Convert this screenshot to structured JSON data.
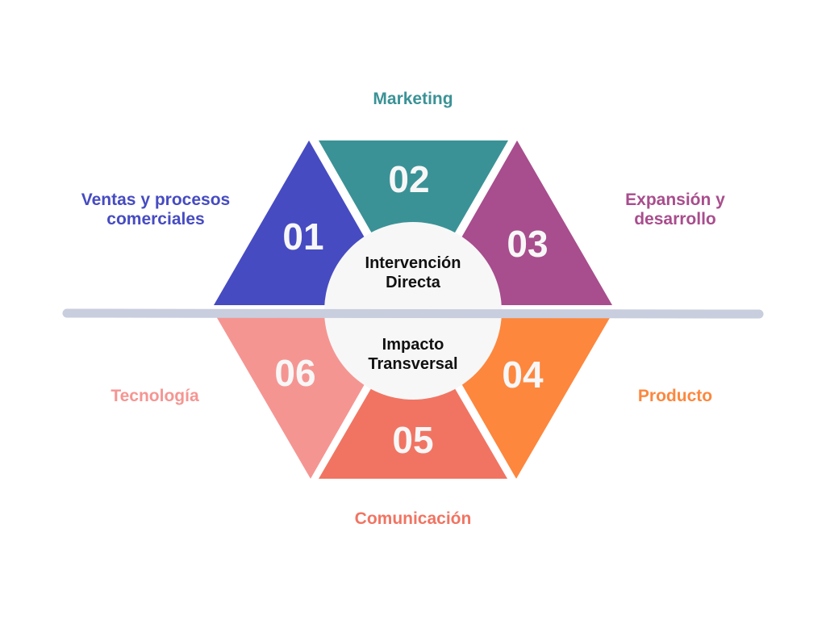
{
  "segments": [
    {
      "number": "01",
      "label_lines": [
        "Ventas y procesos",
        "comerciales"
      ],
      "color": "#464BC2"
    },
    {
      "number": "02",
      "label_lines": [
        "Marketing"
      ],
      "color": "#3A9296"
    },
    {
      "number": "03",
      "label_lines": [
        "Expansión y",
        "desarrollo"
      ],
      "color": "#A84D8D"
    },
    {
      "number": "04",
      "label_lines": [
        "Producto"
      ],
      "color": "#FD873D"
    },
    {
      "number": "05",
      "label_lines": [
        "Comunicación"
      ],
      "color": "#F17462"
    },
    {
      "number": "06",
      "label_lines": [
        "Tecnología"
      ],
      "color": "#F59592"
    }
  ],
  "center": {
    "top_lines": [
      "Intervención",
      "Directa"
    ],
    "bottom_lines": [
      "Impacto",
      "Transversal"
    ],
    "fill": "#F7F7F7"
  },
  "divider_color": "#C8CEDE"
}
